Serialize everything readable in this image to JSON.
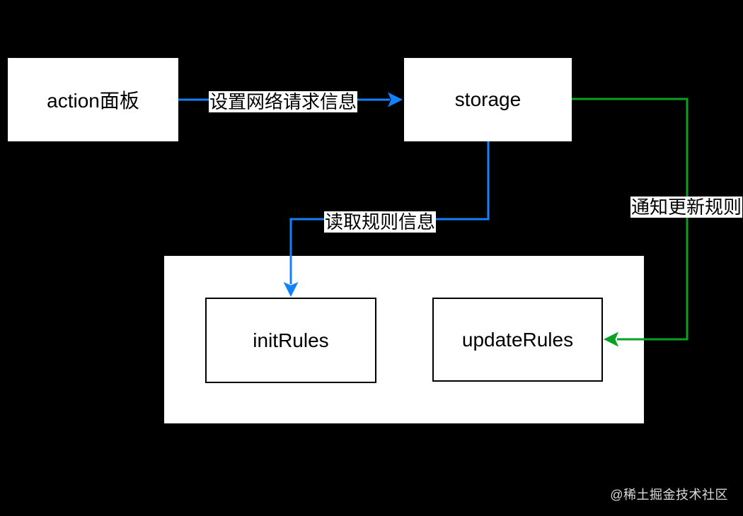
{
  "diagram": {
    "background_color": "#000000",
    "node_fill_color": "#ffffff",
    "nodes": {
      "action_panel": {
        "label": "action面板"
      },
      "storage": {
        "label": "storage"
      },
      "init_rules": {
        "label": "initRules"
      },
      "update_rules": {
        "label": "updateRules"
      }
    },
    "edges": {
      "set_network_request": {
        "label": "设置网络请求信息",
        "color": "#1382fa",
        "from": "action_panel",
        "to": "storage"
      },
      "read_rules": {
        "label": "读取规则信息",
        "color": "#1382fa",
        "from": "storage",
        "to": "init_rules"
      },
      "notify_update_rules": {
        "label": "通知更新规则",
        "color": "#09a023",
        "from": "storage",
        "to": "update_rules"
      }
    },
    "watermark": "@稀土掘金技术社区"
  }
}
